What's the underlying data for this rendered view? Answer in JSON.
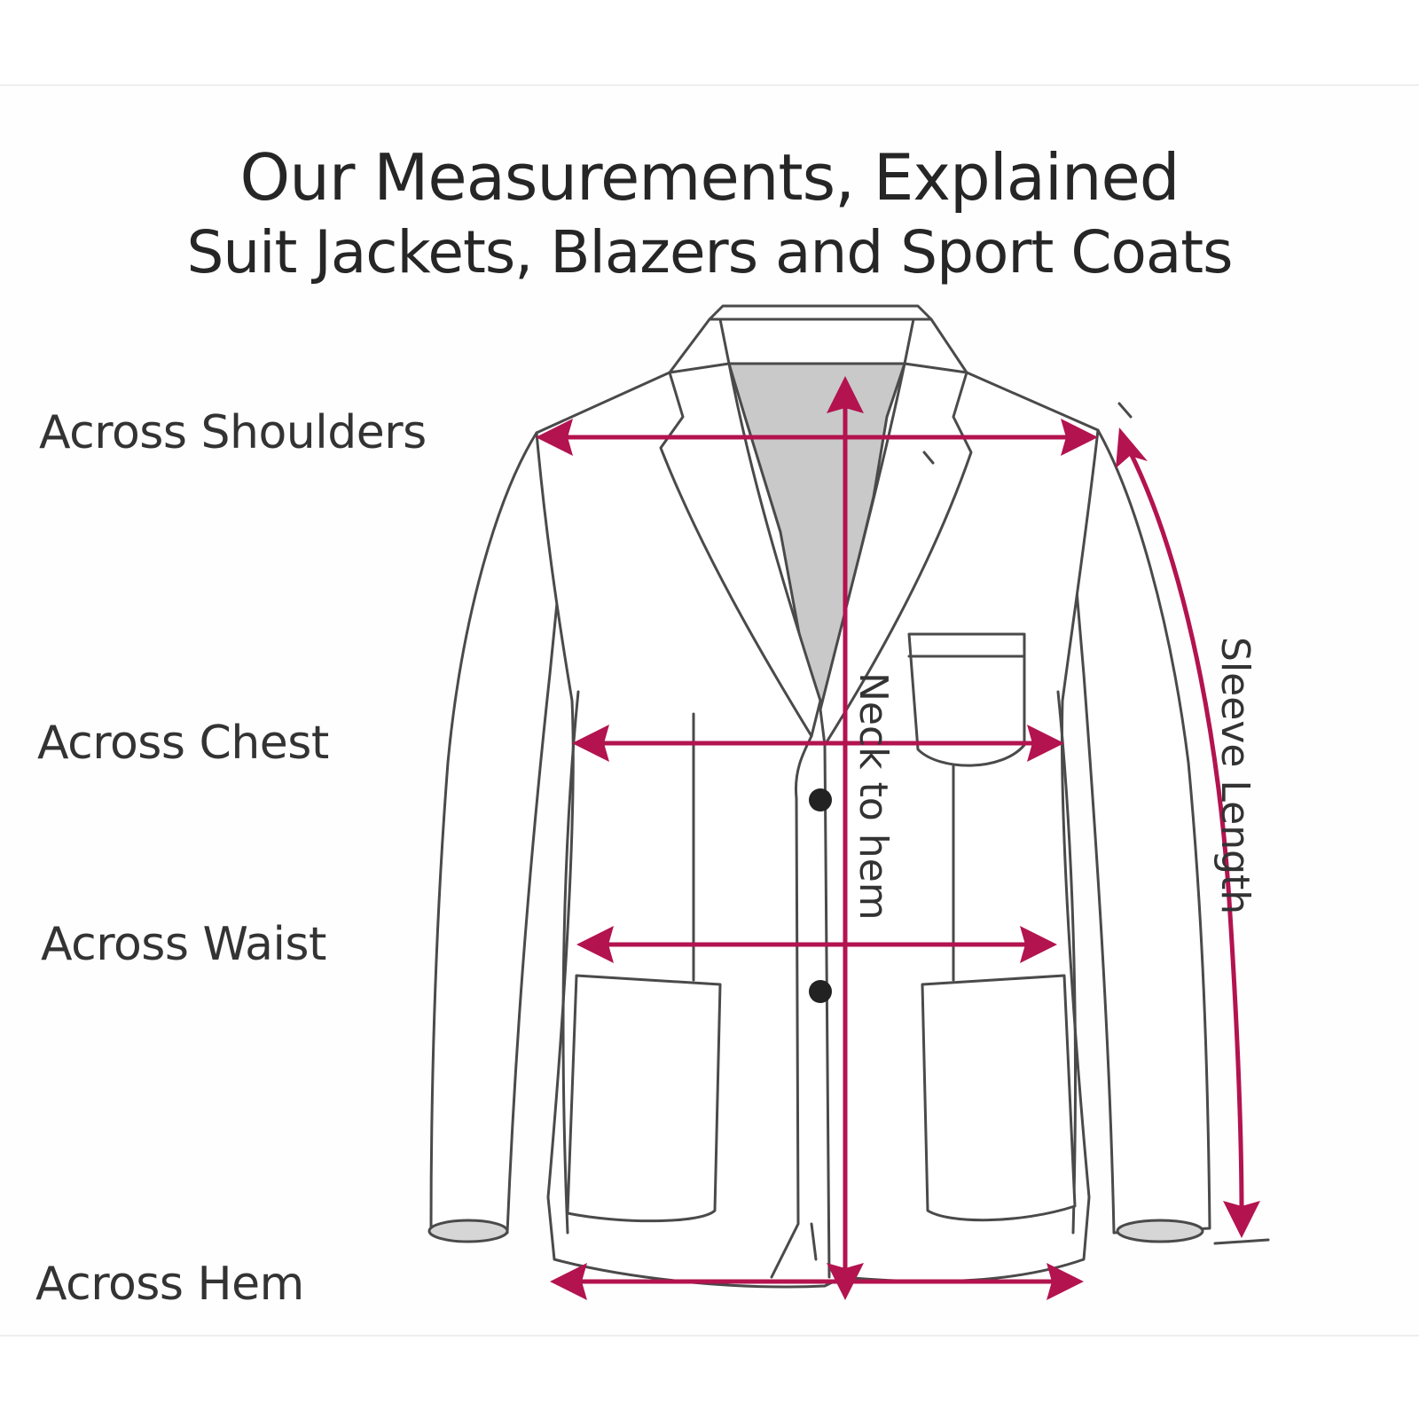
{
  "title": "Our Measurements, Explained",
  "subtitle": "Suit Jackets, Blazers and Sport Coats",
  "labels": {
    "across_shoulders": "Across Shoulders",
    "across_chest": "Across Chest",
    "across_waist": "Across Waist",
    "across_hem": "Across Hem",
    "neck_to_hem": "Neck to hem",
    "sleeve_length": "Sleeve Length"
  },
  "colors": {
    "measure_lines": "#b3134f",
    "jacket_outline": "#4a4a4a",
    "collar_shadow": "#c9c9c9",
    "text": "#333333"
  }
}
